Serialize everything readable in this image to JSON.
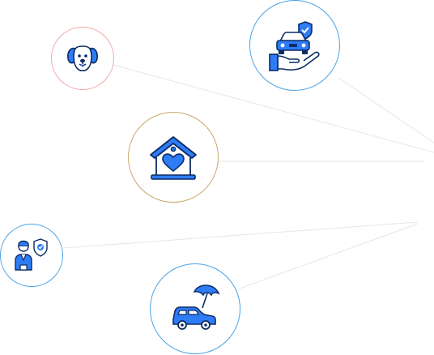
{
  "colors": {
    "icon_blue": "#2e7cf6",
    "icon_dark": "#0c2b64",
    "connector": "#e6e6e6",
    "ring_pet": "#f2a6a6",
    "ring_home": "#c9a86a",
    "ring_blue": "#4aa3e6"
  },
  "nodes": [
    {
      "id": "pet",
      "icon": "dog-icon",
      "ring": "pink"
    },
    {
      "id": "car-protection",
      "icon": "car-in-hand-shield-icon",
      "ring": "blue"
    },
    {
      "id": "home",
      "icon": "house-heart-icon",
      "ring": "gold"
    },
    {
      "id": "person-protection",
      "icon": "person-shield-icon",
      "ring": "blue"
    },
    {
      "id": "car-umbrella",
      "icon": "car-umbrella-icon",
      "ring": "blue"
    }
  ]
}
